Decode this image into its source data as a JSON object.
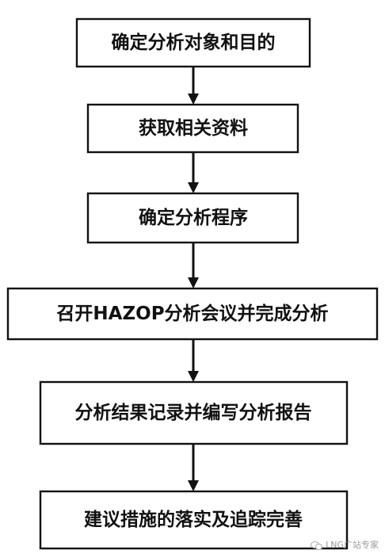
{
  "steps": [
    "确定分析对象和目的",
    "获取相关资料",
    "确定分析程序",
    "召开HAZOP分析会议并完成分析",
    "分析结果记录并编写分析报告",
    "建议措施的落实及追踪完善"
  ],
  "watermark": {
    "icon": "wechat-icon",
    "text": "LNG广站专家"
  }
}
